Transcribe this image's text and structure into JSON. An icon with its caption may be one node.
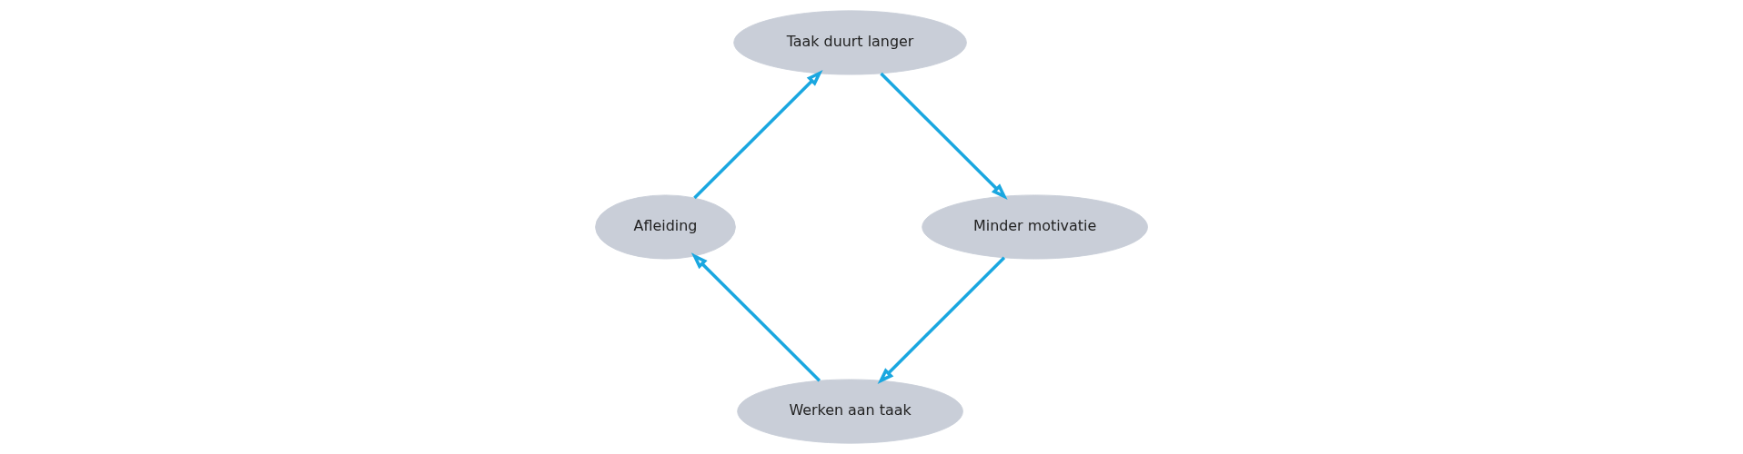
{
  "diagram": {
    "nodes": [
      {
        "text": [
          "Werken aan taak"
        ]
      },
      {
        "text": [
          "Afleiding"
        ]
      },
      {
        "text": [
          "Taak duurt langer"
        ]
      },
      {
        "text": [
          "Minder motivatie"
        ]
      }
    ],
    "edges": [
      {
        "from": 0,
        "to": 1,
        "arrow": "to"
      },
      {
        "from": 1,
        "to": 2,
        "arrow": "to"
      },
      {
        "from": 2,
        "to": 3,
        "arrow": "to"
      },
      {
        "from": 3,
        "to": 0,
        "arrow": "to"
      }
    ]
  }
}
